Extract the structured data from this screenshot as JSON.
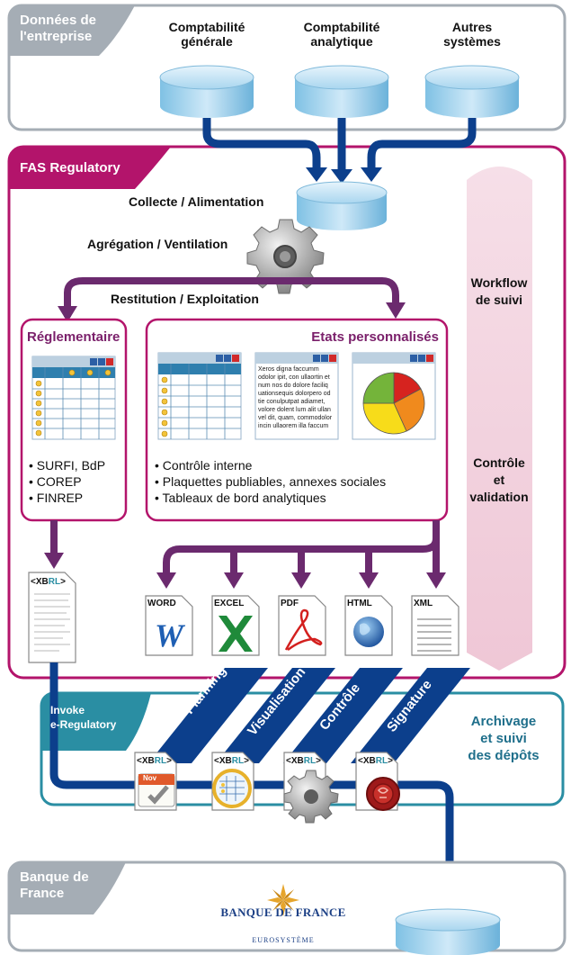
{
  "top_panel": {
    "title_line1": "Données de",
    "title_line2": "l'entreprise",
    "sources": [
      {
        "line1": "Comptabilité",
        "line2": "générale"
      },
      {
        "line1": "Comptabilité",
        "line2": "analytique"
      },
      {
        "line1": "Autres",
        "line2": "systèmes"
      }
    ]
  },
  "fas_panel": {
    "title": "FAS Regulatory",
    "collecte": "Collecte / Alimentation",
    "agregation": "Agrégation / Ventilation",
    "restitution": "Restitution / Exploitation",
    "workflow_line1": "Workflow",
    "workflow_line2": "de suivi",
    "controle_line1": "Contrôle",
    "controle_line2": "et",
    "controle_line3": "validation"
  },
  "reglementaire": {
    "title": "Réglementaire",
    "items": [
      "• SURFI, BdP",
      "• COREP",
      "• FINREP"
    ]
  },
  "etats": {
    "title": "Etats personnalisés",
    "doc_text": "Xeros digna faccumm odolor ipit, con ullaortin et num nos do dolore faciliq uationsequis dolorpero od tie conulputpat adiamet, volore dolent lum alit ullan vel dit, quam, commodolor incin ullaorem illa faccum",
    "items": [
      "• Contrôle interne",
      "• Plaquettes publiables, annexes sociales",
      "• Tableaux de bord analytiques"
    ]
  },
  "outputs": [
    "WORD",
    "EXCEL",
    "PDF",
    "HTML",
    "XML"
  ],
  "xbrl": {
    "prefix": "<XB",
    "highlight": "RL",
    "suffix": ">"
  },
  "invoke_panel": {
    "title_line1": "Invoke",
    "title_line2": "e-Regulatory",
    "steps": [
      "Planning",
      "Visualisation",
      "Contrôle",
      "Signature"
    ],
    "archivage_line1": "Archivage",
    "archivage_line2": "et suivi",
    "archivage_line3": "des dépôts",
    "calendar_month": "Nov"
  },
  "bottom_panel": {
    "title_line1": "Banque de",
    "title_line2": "France",
    "logo_text": "BANQUE DE FRANCE",
    "logo_sub": "EUROSYSTÈME"
  },
  "colors": {
    "purple": "#6b2a6e",
    "magenta": "#b3146b",
    "navy": "#0c3f8c",
    "teal": "#2a8ea3",
    "gray": "#a5adb5",
    "pink_band": "#f2d3df"
  }
}
